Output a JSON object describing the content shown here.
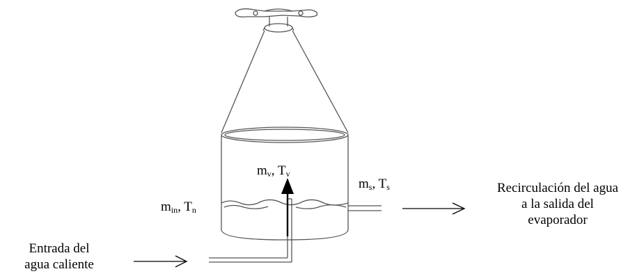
{
  "labels": {
    "vapor": {
      "symbol": "m",
      "sub": "v",
      "sep": ", ",
      "symbol2": "T",
      "sub2": "v"
    },
    "outlet": {
      "symbol": "m",
      "sub": "s",
      "sep": ", ",
      "symbol2": "T",
      "sub2": "s"
    },
    "inlet": {
      "symbol": "m",
      "sub": "in",
      "sep": ", ",
      "symbol2": "T",
      "sub2": "n"
    }
  },
  "inlet_text": {
    "line1": "Entrada del",
    "line2": "agua caliente"
  },
  "outlet_text": {
    "line1": "Recirculación del agua",
    "line2": "a la salida  del",
    "line3": "evaporador"
  }
}
